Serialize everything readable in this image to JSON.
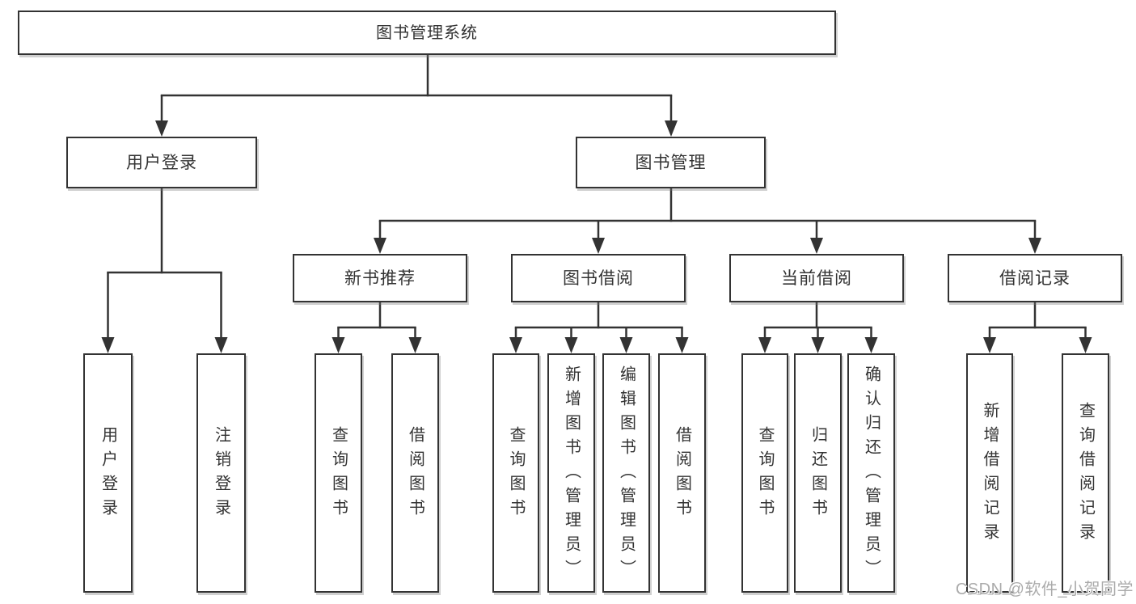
{
  "diagram": {
    "type": "hierarchy",
    "title": "图书管理系统"
  },
  "colors": {
    "line": "#333333",
    "box_border": "#333333",
    "box_fill": "#ffffff",
    "text": "#333333",
    "watermark": "#ababab",
    "background": "#ffffff"
  },
  "tree": {
    "root": {
      "label": "图书管理系统"
    },
    "branches": [
      {
        "label": "用户登录",
        "children": [
          {
            "label": "用户登录"
          },
          {
            "label": "注销登录"
          }
        ]
      },
      {
        "label": "图书管理",
        "children": [
          {
            "label": "新书推荐",
            "children": [
              {
                "label": "查询图书"
              },
              {
                "label": "借阅图书"
              }
            ]
          },
          {
            "label": "图书借阅",
            "children": [
              {
                "label": "查询图书"
              },
              {
                "label": "新增图书（管理员）"
              },
              {
                "label": "编辑图书（管理员）"
              },
              {
                "label": "借阅图书"
              }
            ]
          },
          {
            "label": "当前借阅",
            "children": [
              {
                "label": "查询图书"
              },
              {
                "label": "归还图书"
              },
              {
                "label": "确认归还（管理员）"
              }
            ]
          },
          {
            "label": "借阅记录",
            "children": [
              {
                "label": "新增借阅记录"
              },
              {
                "label": "查询借阅记录"
              }
            ]
          }
        ]
      }
    ]
  },
  "watermark": {
    "text": "CSDN @软件_小贺同学"
  }
}
